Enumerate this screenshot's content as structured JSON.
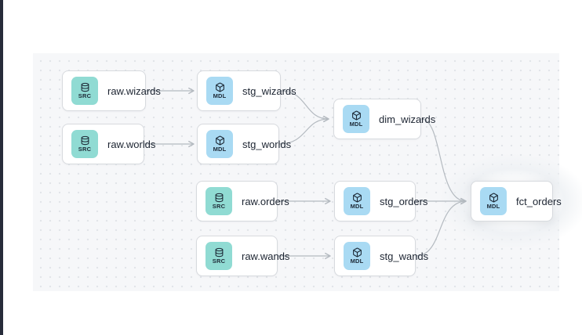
{
  "page": {
    "background": "#ffffff",
    "left_bar_color": "#272c3a"
  },
  "canvas": {
    "background": "#f6f7f9",
    "dot_color": "#e2e5e9",
    "kind": "lineage-dag-canvas"
  },
  "colors": {
    "source_badge_bg": "#90dbd3",
    "model_badge_bg": "#a9daf3",
    "badge_text": "#1d2936",
    "node_border": "#d7dade",
    "node_label": "#1c2431",
    "edge": "#b4bac0"
  },
  "nodes": [
    {
      "label": "raw.wizards",
      "badge": "SRC",
      "type": "source",
      "icon": "database-icon"
    },
    {
      "label": "stg_wizards",
      "badge": "MDL",
      "type": "model",
      "icon": "cube-icon"
    },
    {
      "label": "raw.worlds",
      "badge": "SRC",
      "type": "source",
      "icon": "database-icon"
    },
    {
      "label": "stg_worlds",
      "badge": "MDL",
      "type": "model",
      "icon": "cube-icon"
    },
    {
      "label": "dim_wizards",
      "badge": "MDL",
      "type": "model",
      "icon": "cube-icon"
    },
    {
      "label": "raw.orders",
      "badge": "SRC",
      "type": "source",
      "icon": "database-icon"
    },
    {
      "label": "stg_orders",
      "badge": "MDL",
      "type": "model",
      "icon": "cube-icon"
    },
    {
      "label": "raw.wands",
      "badge": "SRC",
      "type": "source",
      "icon": "database-icon"
    },
    {
      "label": "stg_wands",
      "badge": "MDL",
      "type": "model",
      "icon": "cube-icon"
    },
    {
      "label": "fct_orders",
      "badge": "MDL",
      "type": "model",
      "icon": "cube-icon",
      "highlighted": true
    }
  ],
  "edges": [
    {
      "source": "raw.wizards",
      "target": "stg_wizards"
    },
    {
      "source": "raw.worlds",
      "target": "stg_worlds"
    },
    {
      "source": "stg_wizards",
      "target": "dim_wizards"
    },
    {
      "source": "stg_worlds",
      "target": "dim_wizards"
    },
    {
      "source": "raw.orders",
      "target": "stg_orders"
    },
    {
      "source": "raw.wands",
      "target": "stg_wands"
    },
    {
      "source": "dim_wizards",
      "target": "fct_orders"
    },
    {
      "source": "stg_orders",
      "target": "fct_orders"
    },
    {
      "source": "stg_wands",
      "target": "fct_orders"
    }
  ]
}
